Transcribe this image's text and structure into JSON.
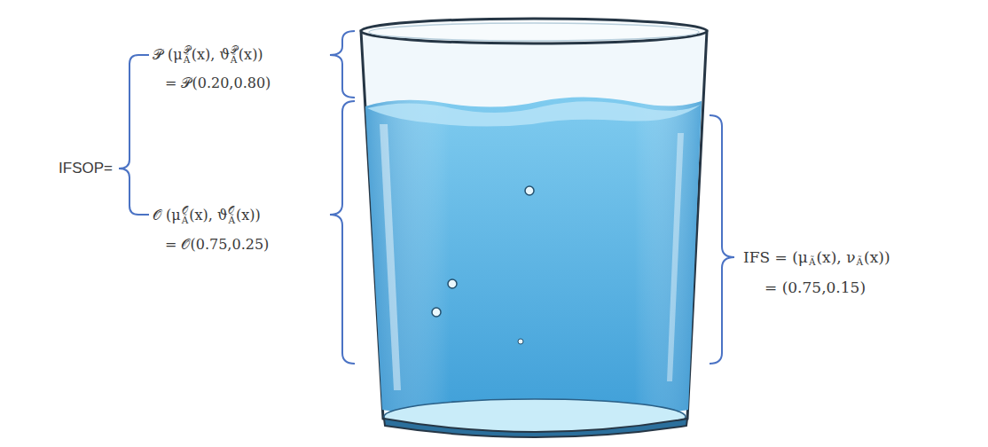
{
  "diagram": {
    "labels": [
      "IFSOP=",
      "𝒫 (μ",
      "𝒫",
      "Ã",
      "(x), ϑ",
      "𝒫",
      "Ã",
      "(x))",
      "= 𝒫(0.20,0.80)",
      "𝒪 (μ",
      "𝒪",
      "Ã",
      "(x), ϑ",
      "𝒪",
      "Ã",
      "(x))",
      "= 𝒪(0.75,0.25)",
      "IFS = (μ",
      "Ã",
      "(x), ν",
      "Ã",
      "(x))",
      "= (0.75,0.15)"
    ]
  }
}
